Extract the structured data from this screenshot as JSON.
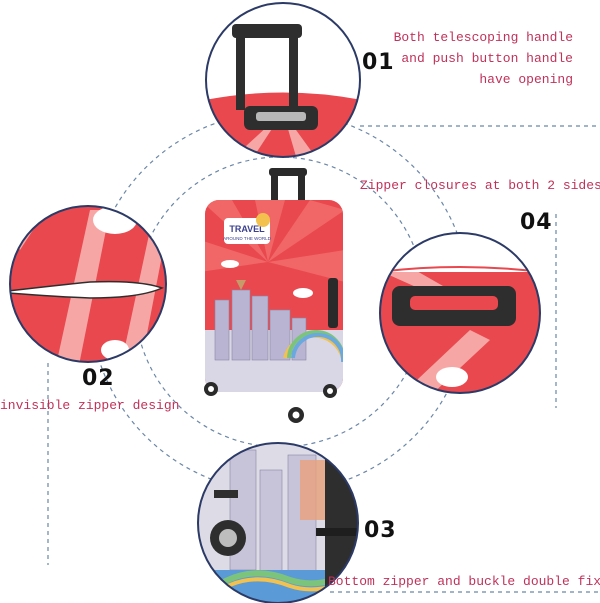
{
  "callouts": [
    {
      "number": "01",
      "lines": [
        "Both telescoping handle",
        "and push button handle",
        "have opening"
      ]
    },
    {
      "number": "02",
      "lines": [
        "invisible zipper design"
      ]
    },
    {
      "number": "03",
      "lines": [
        "Bottom zipper and buckle double fixed"
      ]
    },
    {
      "number": "04",
      "lines": [
        "Zipper closures at both 2 sides"
      ]
    }
  ],
  "product": {
    "print_title": "TRAVEL",
    "print_subtitle": "AROUND THE WORLD"
  },
  "colors": {
    "cover_red": "#e8484e",
    "cover_light": "#f6a7a5",
    "text_accent": "#c0325a",
    "dash_line": "#6a86a8",
    "circle_border": "#2b3a66"
  }
}
